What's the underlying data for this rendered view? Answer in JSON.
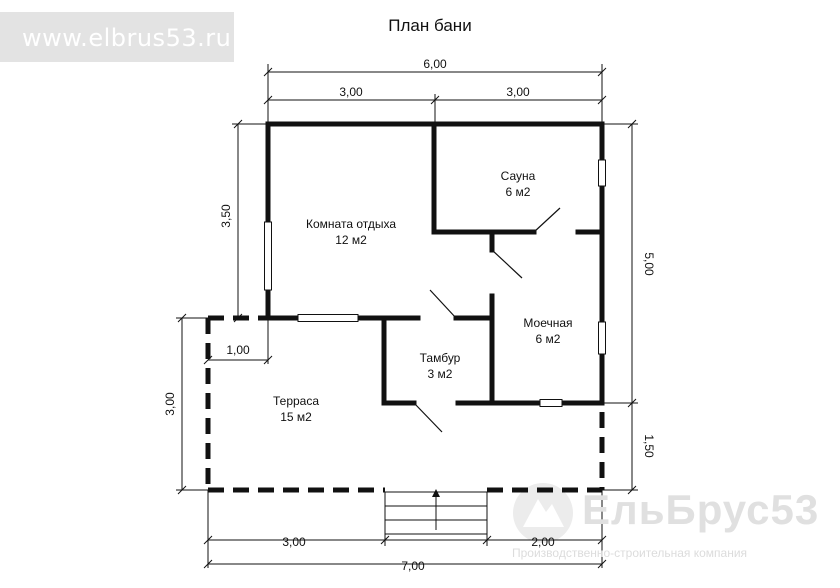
{
  "watermark": {
    "url": "www.elbrus53.ru"
  },
  "title": "План бани",
  "dimensions": {
    "top_total": "6,00",
    "top_left": "3,00",
    "top_right": "3,00",
    "left_upper": "3,50",
    "left_lower": "3,00",
    "offset": "1,00",
    "right_upper": "5,00",
    "right_lower": "1,50",
    "bottom_left": "3,00",
    "bottom_right": "2,00",
    "bottom_total": "7,00"
  },
  "rooms": {
    "rest": {
      "name": "Комната отдыха",
      "area": "12 м2"
    },
    "sauna": {
      "name": "Сауна",
      "area": "6 м2"
    },
    "wash": {
      "name": "Моечная",
      "area": "6 м2"
    },
    "tambur": {
      "name": "Тамбур",
      "area": "3 м2"
    },
    "terrace": {
      "name": "Терраса",
      "area": "15 м2"
    }
  },
  "brand": {
    "name": "ЕльБрус53",
    "subtitle": "Производственно-строительная компания"
  },
  "colors": {
    "wall": "#111111",
    "watermark": "#e3e3e3"
  }
}
